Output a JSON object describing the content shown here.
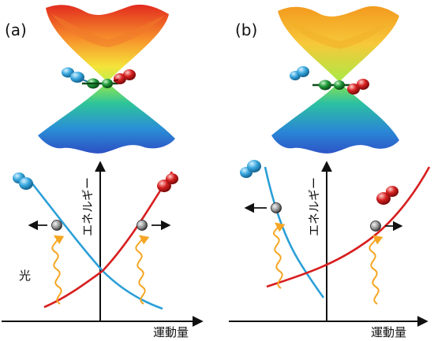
{
  "panels": [
    {
      "label": "(a)",
      "x_axis_label": "運動量",
      "y_axis_label": "エネルギー",
      "light_label": "光"
    },
    {
      "label": "(b)",
      "x_axis_label": "運動量",
      "y_axis_label": "エネルギー",
      "light_label": ""
    }
  ],
  "colors": {
    "axis": "#111111",
    "band_left": "#2a9fd8",
    "band_right": "#d81e1e",
    "photon": "#f5a623",
    "spin_blue": "#3aa9e0",
    "spin_red": "#d62020",
    "spin_green": "#1f9a3a",
    "cone_top": "#e8402a",
    "cone_bottom": "#2a62c9"
  }
}
